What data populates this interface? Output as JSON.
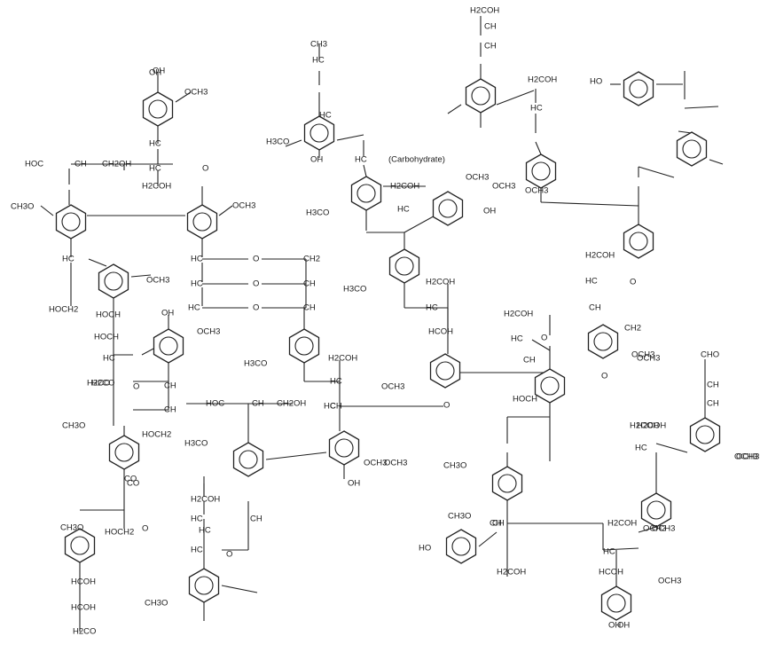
{
  "diagram": {
    "labels": [
      "H2COH",
      "CH",
      "CH",
      "OH",
      "OCH3",
      "CH3",
      "HC",
      "HC",
      "H3CO",
      "OH",
      "HC",
      "(Carbohydrate)",
      "H2COH",
      "OCH3",
      "OH",
      "HC",
      "H3CO",
      "OCH3",
      "HO",
      "H2COH",
      "HC",
      "OCH3",
      "HOC",
      "CH",
      "CH2OH",
      "OH",
      "HC",
      "HC",
      "H2COH",
      "O",
      "CH3O",
      "OCH3",
      "O",
      "CH2",
      "HC",
      "O",
      "HC",
      "CH",
      "HC",
      "O",
      "CH",
      "HC",
      "OCH3",
      "HOCH2",
      "OH",
      "OCH3",
      "HOCH",
      "H2COH",
      "HC",
      "H3CO",
      "H2COH",
      "HC",
      "O",
      "CH",
      "CH2",
      "H3CO",
      "HC",
      "O",
      "CH",
      "H2COH",
      "HCOH",
      "H2COH",
      "HC",
      "O",
      "CH",
      "H2CO",
      "HOCH2",
      "HOCH",
      "OCH3",
      "O",
      "HOC",
      "CH",
      "CH2OH",
      "H2COH",
      "H3CO",
      "CH",
      "H2CO",
      "OCH3",
      "CHO",
      "CH3O",
      "HC",
      "OCH3",
      "CH3O",
      "CO",
      "O",
      "HC",
      "CH",
      "HOCH",
      "OH",
      "OCH3",
      "OCH3",
      "HC",
      "CH",
      "CH3O",
      "OCH3",
      "OH",
      "H2COH",
      "H2COH",
      "CH",
      "CO",
      "O",
      "HOCH2",
      "CH3O",
      "HC",
      "HC",
      "CH",
      "OCH3",
      "O",
      "HC",
      "OCH3",
      "HCOH",
      "CH",
      "HCOH",
      "CH3O",
      "OCH3",
      "H2CO",
      "HO",
      "H2COH",
      "CH",
      "H2COH",
      "HC",
      "HCOH",
      "OCH3",
      "OH"
    ]
  }
}
